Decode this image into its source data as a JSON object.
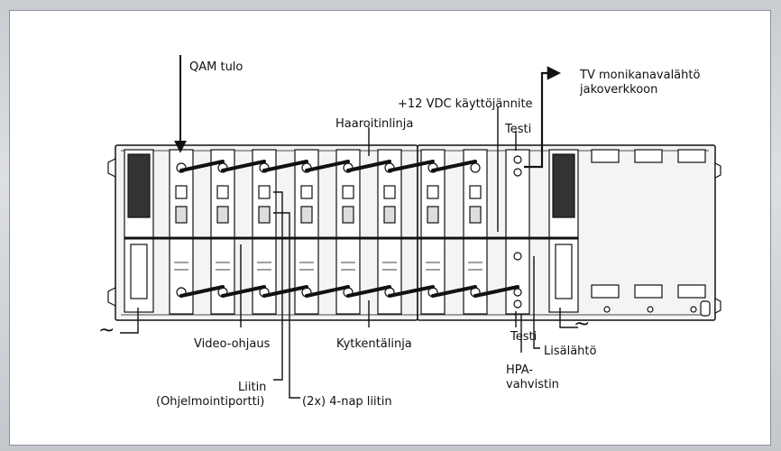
{
  "labels": {
    "qam_input": "QAM tulo",
    "tv_output_line1": "TV monikanavalähtö",
    "tv_output_line2": "jakoverkkoon",
    "supply_voltage": "+12 VDC käyttöjännite",
    "branch_line": "Haaroitinlinja",
    "test_top": "Testi",
    "video_control": "Video-ohjaus",
    "switch_line": "Kytkentälinja",
    "test_bottom": "Testi",
    "extra_output": "Lisälähtö",
    "hpa_line1": "HPA-",
    "hpa_line2": "vahvistin",
    "connector_line1": "Liitin",
    "connector_line2": "(Ohjelmointiportti)",
    "four_pin_connector": "(2x) 4-nap liitin",
    "tilde_left": "~",
    "tilde_right": "~"
  },
  "colors": {
    "background": "#cfd3d6",
    "panel": "#ffffff",
    "line": "#111111",
    "chassis_fill": "#f3f3f3"
  }
}
